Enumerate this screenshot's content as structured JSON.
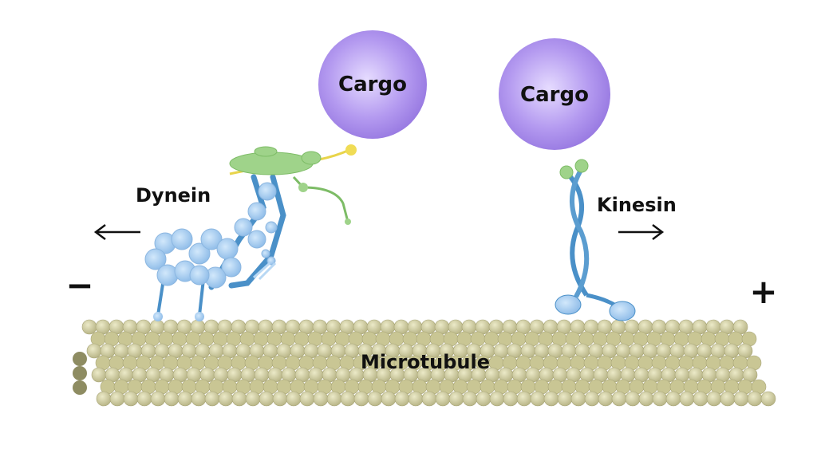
{
  "labels": {
    "cargo_left": "Cargo",
    "cargo_right": "Cargo",
    "dynein": "Dynein",
    "kinesin": "Kinesin",
    "minus_end": "−",
    "plus_end": "+",
    "microtubule": "Microtubule"
  },
  "colors": {
    "cargo": "#a98ee8",
    "motor_blue": "#9cc6ee",
    "stalk_blue": "#4a90c8",
    "adaptor_green": "#8fcf7a",
    "linker_yellow": "#e8d44a",
    "tubulin": "#d6d4a4"
  }
}
